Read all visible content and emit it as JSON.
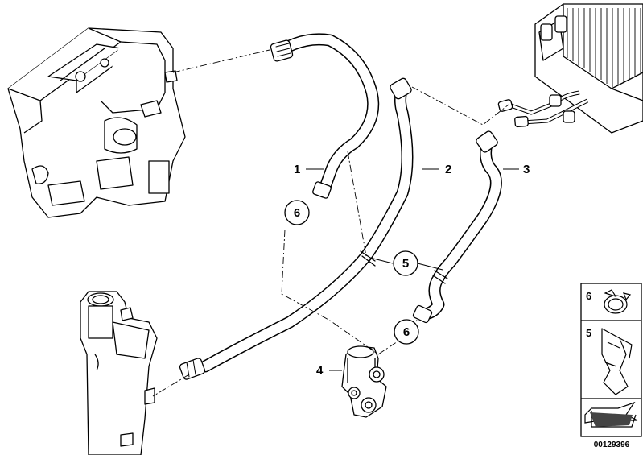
{
  "callouts": {
    "c1": "1",
    "c2": "2",
    "c3": "3",
    "c4": "4",
    "c5": "5",
    "c6a": "6",
    "c6b": "6"
  },
  "legend": {
    "item6": "6",
    "item5": "5"
  },
  "doc_id": "00129396"
}
